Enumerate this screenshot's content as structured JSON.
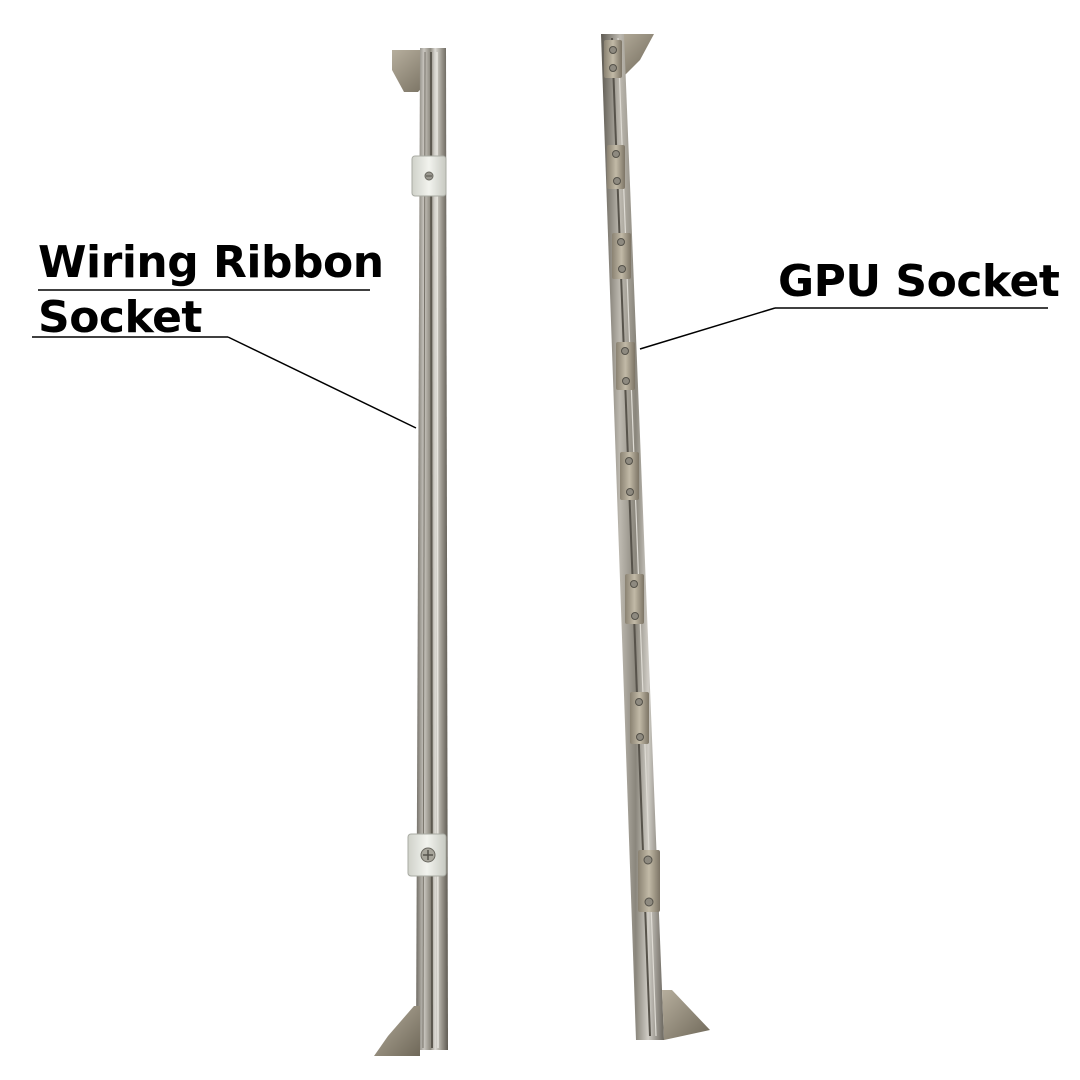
{
  "labels": {
    "wiring_ribbon_line1": "Wiring Ribbon",
    "wiring_ribbon_line2": "Socket",
    "gpu_socket": "GPU Socket"
  },
  "colors": {
    "background": "#ffffff",
    "label_text": "#000000",
    "rail_metal": "#a8a49c",
    "rail_highlight": "#d9d7d1",
    "rail_shadow": "#6e6a62",
    "clip_white": "#e8e9e4",
    "bracket_brass": "#9a9282"
  }
}
